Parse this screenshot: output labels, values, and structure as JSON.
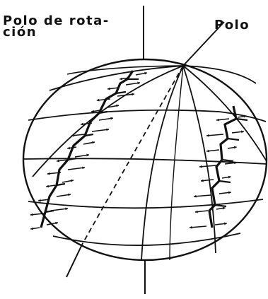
{
  "labels": {
    "rotation_pole_line1": "Polo de rota-",
    "rotation_pole_line2": "ción",
    "pole": "Polo"
  },
  "colors": {
    "ink": "#111111",
    "background": "#ffffff"
  }
}
